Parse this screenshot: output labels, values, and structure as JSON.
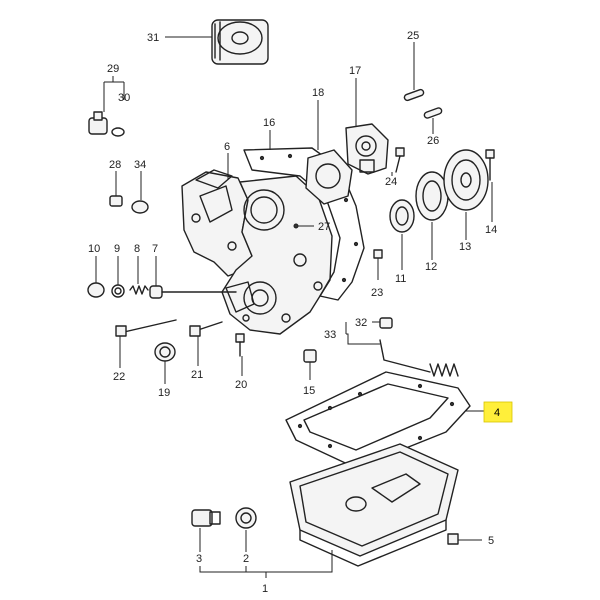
{
  "diagram": {
    "highlight_color": "#ffef3a",
    "highlighted_part": "4",
    "callouts": [
      {
        "id": "p1",
        "label": "1"
      },
      {
        "id": "p2",
        "label": "2"
      },
      {
        "id": "p3",
        "label": "3"
      },
      {
        "id": "p4",
        "label": "4"
      },
      {
        "id": "p5",
        "label": "5"
      },
      {
        "id": "p6",
        "label": "6"
      },
      {
        "id": "p7",
        "label": "7"
      },
      {
        "id": "p8",
        "label": "8"
      },
      {
        "id": "p9",
        "label": "9"
      },
      {
        "id": "p10",
        "label": "10"
      },
      {
        "id": "p11",
        "label": "11"
      },
      {
        "id": "p12",
        "label": "12"
      },
      {
        "id": "p13",
        "label": "13"
      },
      {
        "id": "p14",
        "label": "14"
      },
      {
        "id": "p15",
        "label": "15"
      },
      {
        "id": "p16",
        "label": "16"
      },
      {
        "id": "p17",
        "label": "17"
      },
      {
        "id": "p18",
        "label": "18"
      },
      {
        "id": "p19",
        "label": "19"
      },
      {
        "id": "p20",
        "label": "20"
      },
      {
        "id": "p21",
        "label": "21"
      },
      {
        "id": "p22",
        "label": "22"
      },
      {
        "id": "p23",
        "label": "23"
      },
      {
        "id": "p24",
        "label": "24"
      },
      {
        "id": "p25",
        "label": "25"
      },
      {
        "id": "p26",
        "label": "26"
      },
      {
        "id": "p27",
        "label": "27"
      },
      {
        "id": "p28",
        "label": "28"
      },
      {
        "id": "p29",
        "label": "29"
      },
      {
        "id": "p30",
        "label": "30"
      },
      {
        "id": "p31",
        "label": "31"
      },
      {
        "id": "p32",
        "label": "32"
      },
      {
        "id": "p33",
        "label": "33"
      },
      {
        "id": "p34",
        "label": "34"
      }
    ]
  }
}
